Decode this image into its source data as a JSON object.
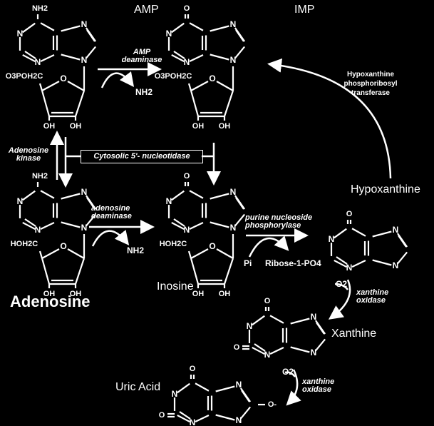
{
  "compounds": {
    "amp": "AMP",
    "imp": "IMP",
    "adenosine": "Adenosine",
    "inosine": "Inosine",
    "hypoxanthine": "Hypoxanthine",
    "xanthine": "Xanthine",
    "uric_acid": "Uric Acid"
  },
  "enzymes": {
    "amp_deaminase": [
      "AMP",
      "deaminase"
    ],
    "adenosine_kinase": [
      "Adenosine",
      "kinase"
    ],
    "nucleotidase": "Cytosolic 5'- nucleotidase",
    "adenosine_deaminase": [
      "adenosine",
      "deaminase"
    ],
    "pnp": [
      "purine nucleoside",
      "phosphorylase"
    ],
    "hprt": [
      "Hypoxanthine",
      "phosphoribosyl",
      "transferase"
    ],
    "xo1": [
      "xanthine",
      "oxidase"
    ],
    "xo2": [
      "xanthine",
      "oxidase"
    ]
  },
  "byproducts": {
    "nh2_1": "NH2",
    "nh2_2": "NH2",
    "pi": "Pi",
    "ribose": "Ribose-1-PO4",
    "o2_1": "O2",
    "o2_2": "O2"
  },
  "atoms": {
    "N": "N",
    "O": "O",
    "NH2": "NH2",
    "OH": "OH",
    "O3POH2C": "O3POH2C",
    "HOH2C": "HOH2C",
    "Ominus": "O-"
  }
}
